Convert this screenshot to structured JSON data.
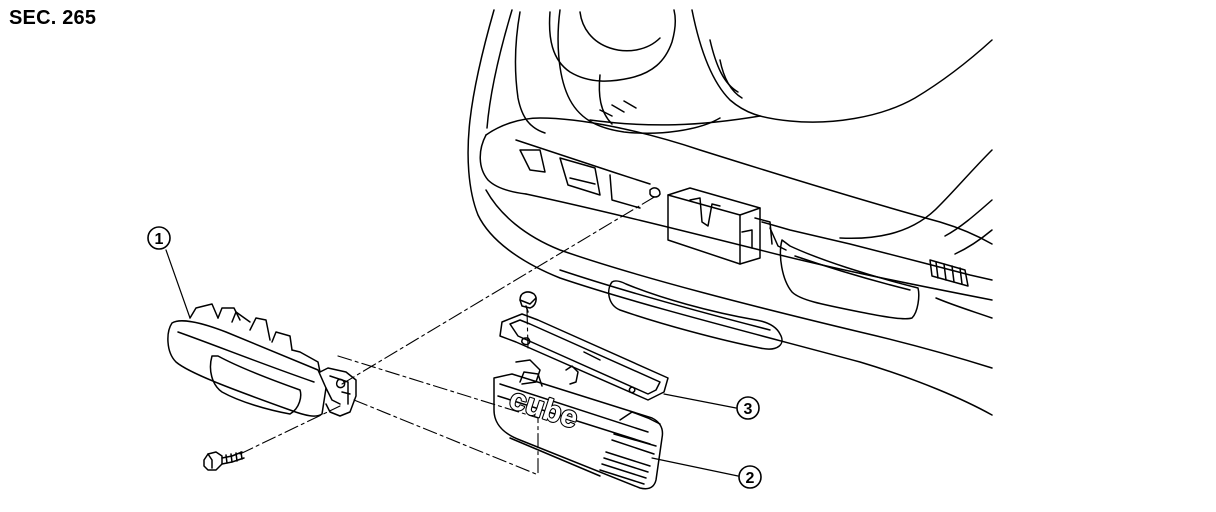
{
  "section": {
    "label": "SEC. 265"
  },
  "callouts": [
    {
      "number": "1"
    },
    {
      "number": "2"
    },
    {
      "number": "3"
    }
  ],
  "emblem": {
    "text": "cube"
  },
  "style": {
    "line_color": "#000000",
    "background": "#ffffff"
  }
}
